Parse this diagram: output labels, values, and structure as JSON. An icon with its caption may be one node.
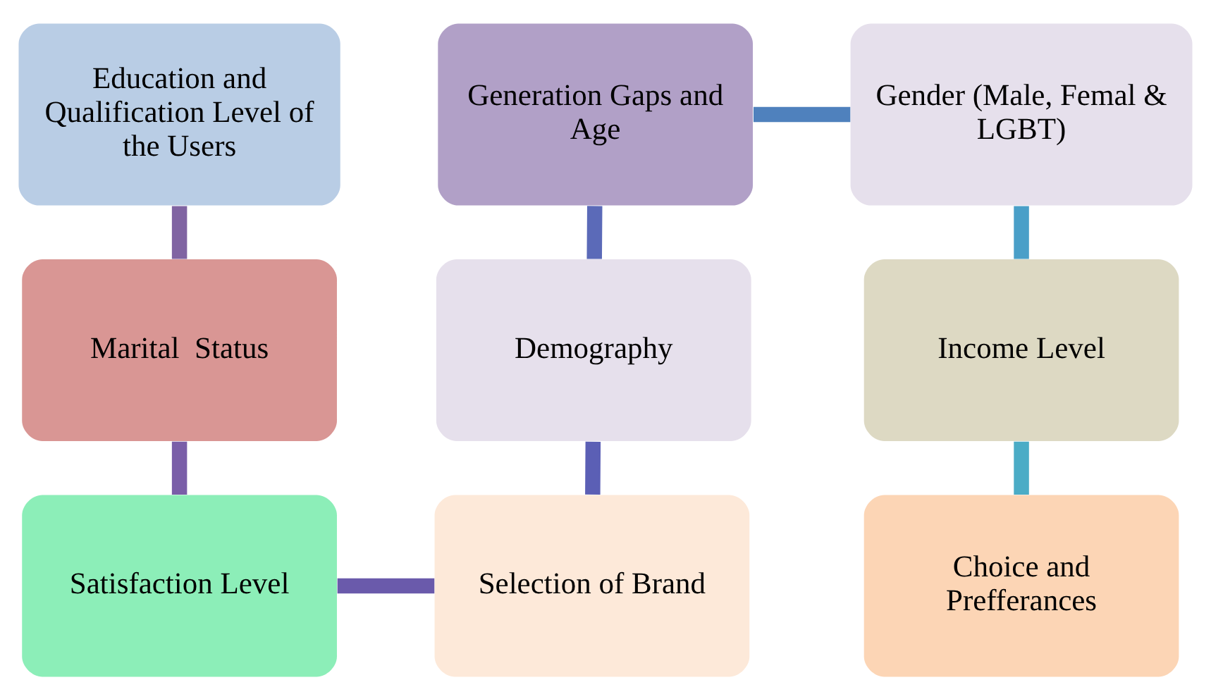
{
  "diagram": {
    "nodes": [
      {
        "text": [
          "Education and Qualification Level of the Users"
        ]
      },
      {
        "text": [
          "Generation Gaps and Age"
        ]
      },
      {
        "text": [
          "Gender (Male, Femal & LGBT)"
        ]
      },
      {
        "text": [
          "Marital  Status"
        ]
      },
      {
        "text": [
          "Demography"
        ]
      },
      {
        "text": [
          "Income Level"
        ]
      },
      {
        "text": [
          "Satisfaction Level"
        ]
      },
      {
        "text": [
          "Selection of Brand"
        ]
      },
      {
        "text": [
          "Choice and Prefferances"
        ]
      }
    ],
    "edges": [
      {
        "from": 0,
        "to": 3,
        "arrow": "none",
        "color": "#8064a2"
      },
      {
        "from": 3,
        "to": 6,
        "arrow": "none",
        "color": "#7a5ea8"
      },
      {
        "from": 6,
        "to": 7,
        "arrow": "none",
        "color": "#6a5aab"
      },
      {
        "from": 7,
        "to": 4,
        "arrow": "none",
        "color": "#5b5fb5"
      },
      {
        "from": 4,
        "to": 1,
        "arrow": "none",
        "color": "#5b6ab8"
      },
      {
        "from": 1,
        "to": 2,
        "arrow": "none",
        "color": "#4f81bd"
      },
      {
        "from": 2,
        "to": 5,
        "arrow": "none",
        "color": "#4a9fc8"
      },
      {
        "from": 5,
        "to": 8,
        "arrow": "none",
        "color": "#4bacc6"
      }
    ]
  }
}
